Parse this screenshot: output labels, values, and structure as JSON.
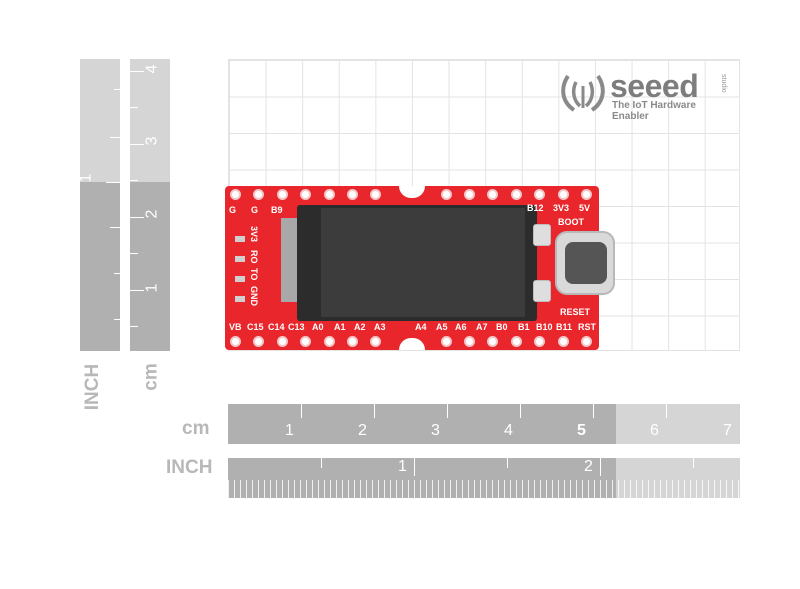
{
  "logo": {
    "brand": "seeed",
    "tagline": "The IoT Hardware Enabler",
    "studio": "studio"
  },
  "rulers": {
    "vertical_inch": {
      "label": "INCH",
      "numbers": [
        "1"
      ]
    },
    "vertical_cm": {
      "label": "cm",
      "numbers": [
        "1",
        "2",
        "3",
        "4"
      ]
    },
    "horizontal_cm": {
      "label": "cm",
      "numbers": [
        "1",
        "2",
        "3",
        "4",
        "5",
        "6",
        "7"
      ]
    },
    "horizontal_inch": {
      "label": "INCH",
      "numbers": [
        "1",
        "2"
      ]
    }
  },
  "board": {
    "top_labels": [
      "G",
      "G",
      "B9",
      "B12",
      "3V3",
      "5V"
    ],
    "bottom_labels": [
      "VB",
      "C15",
      "C14",
      "C13",
      "A0",
      "A1",
      "A2",
      "A3",
      "A4",
      "A5",
      "A6",
      "A7",
      "B0",
      "B1",
      "B10",
      "B11",
      "RST"
    ],
    "side_labels": [
      "3V3",
      "RO",
      "TO",
      "GND"
    ],
    "boot_label": "BOOT",
    "reset_label": "RESET",
    "colors": {
      "pcb": "#e8262b",
      "silkscreen": "#ffffff"
    }
  }
}
